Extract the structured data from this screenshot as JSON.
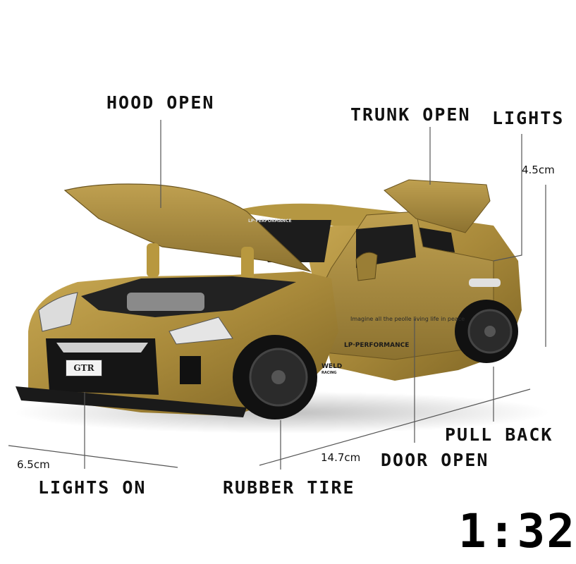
{
  "callouts": {
    "hood_open": "HOOD OPEN",
    "trunk_open": "TRUNK OPEN",
    "lights": "LIGHTS",
    "pull_back": "PULL BACK",
    "door_open": "DOOR OPEN",
    "lights_on": "LIGHTS ON",
    "rubber_tire": "RUBBER TIRE"
  },
  "dimensions": {
    "height": "4.5cm",
    "length": "14.7cm",
    "width": "6.5cm"
  },
  "scale": "1:32",
  "car": {
    "body_color": "#a8893a",
    "plate": "GTR",
    "door_text_1": "Imagine all the peolle living life in peace",
    "door_text_2": "LP·PERFORMANCE",
    "windshield_text": "LP·PERFORMANCE",
    "side_badge": "WELD",
    "side_badge_sub": "RACING"
  }
}
